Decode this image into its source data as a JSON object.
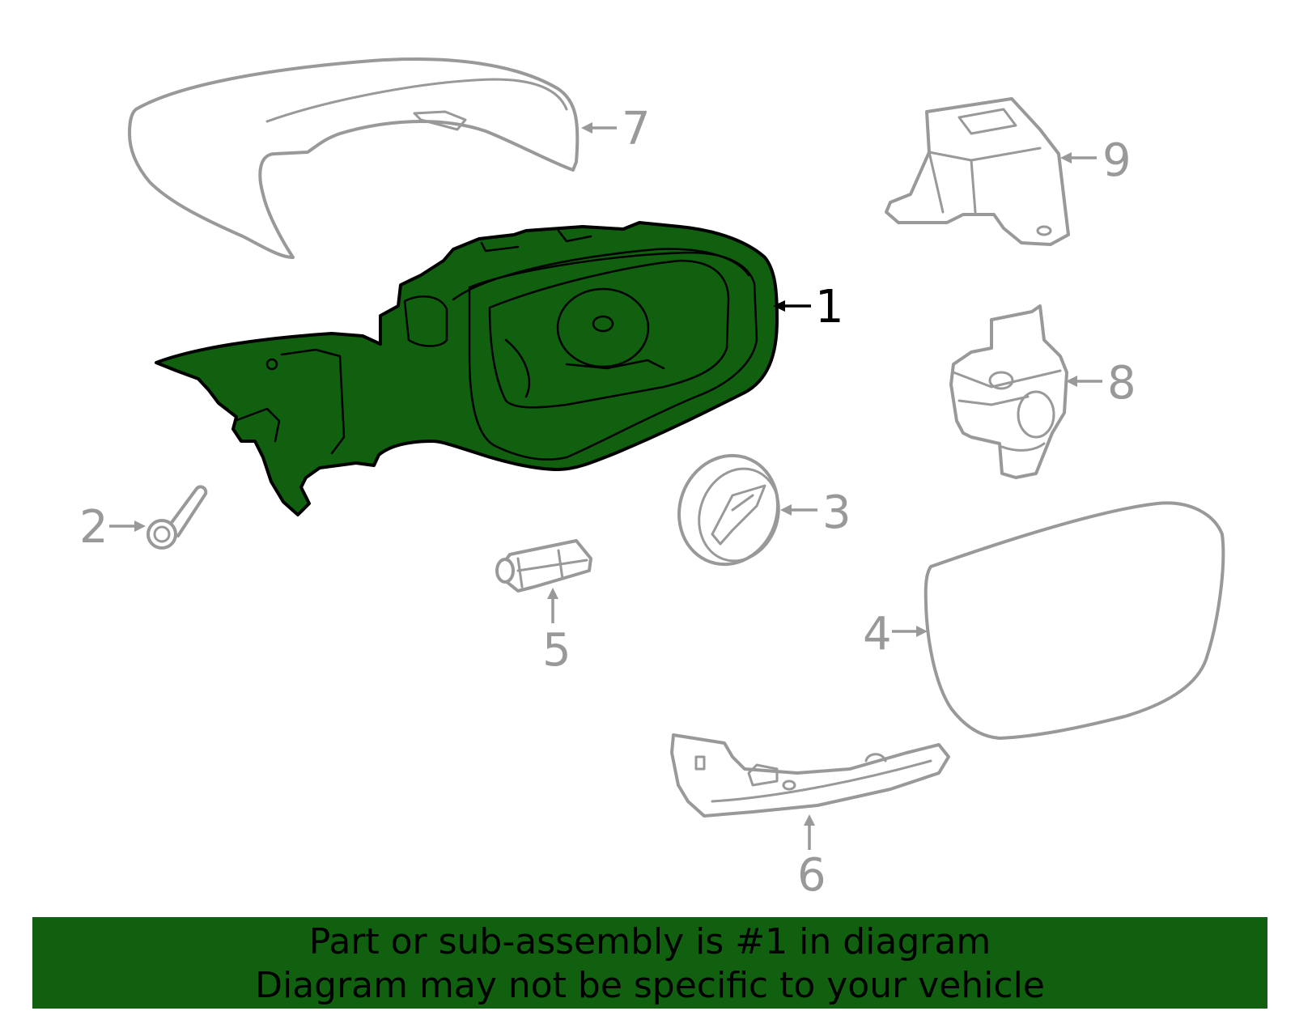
{
  "colors": {
    "highlight": "#106010",
    "banner_background": "#106010",
    "callout_grey": "#999999",
    "callout_highlight": "#000000"
  },
  "callouts": [
    {
      "number": "1",
      "part": "mirror-housing-assembly",
      "highlighted": true
    },
    {
      "number": "2",
      "part": "bolt",
      "highlighted": false
    },
    {
      "number": "3",
      "part": "actuator-motor",
      "highlighted": false
    },
    {
      "number": "4",
      "part": "mirror-glass",
      "highlighted": false
    },
    {
      "number": "5",
      "part": "lamp-bulb",
      "highlighted": false
    },
    {
      "number": "6",
      "part": "turn-signal-lamp",
      "highlighted": false
    },
    {
      "number": "7",
      "part": "mirror-cover-cap",
      "highlighted": false
    },
    {
      "number": "8",
      "part": "camera",
      "highlighted": false
    },
    {
      "number": "9",
      "part": "mounting-bracket",
      "highlighted": false
    }
  ],
  "banner": {
    "line1": "Part or sub-assembly is #1 in diagram",
    "line2": "Diagram may not be specific to your vehicle"
  }
}
